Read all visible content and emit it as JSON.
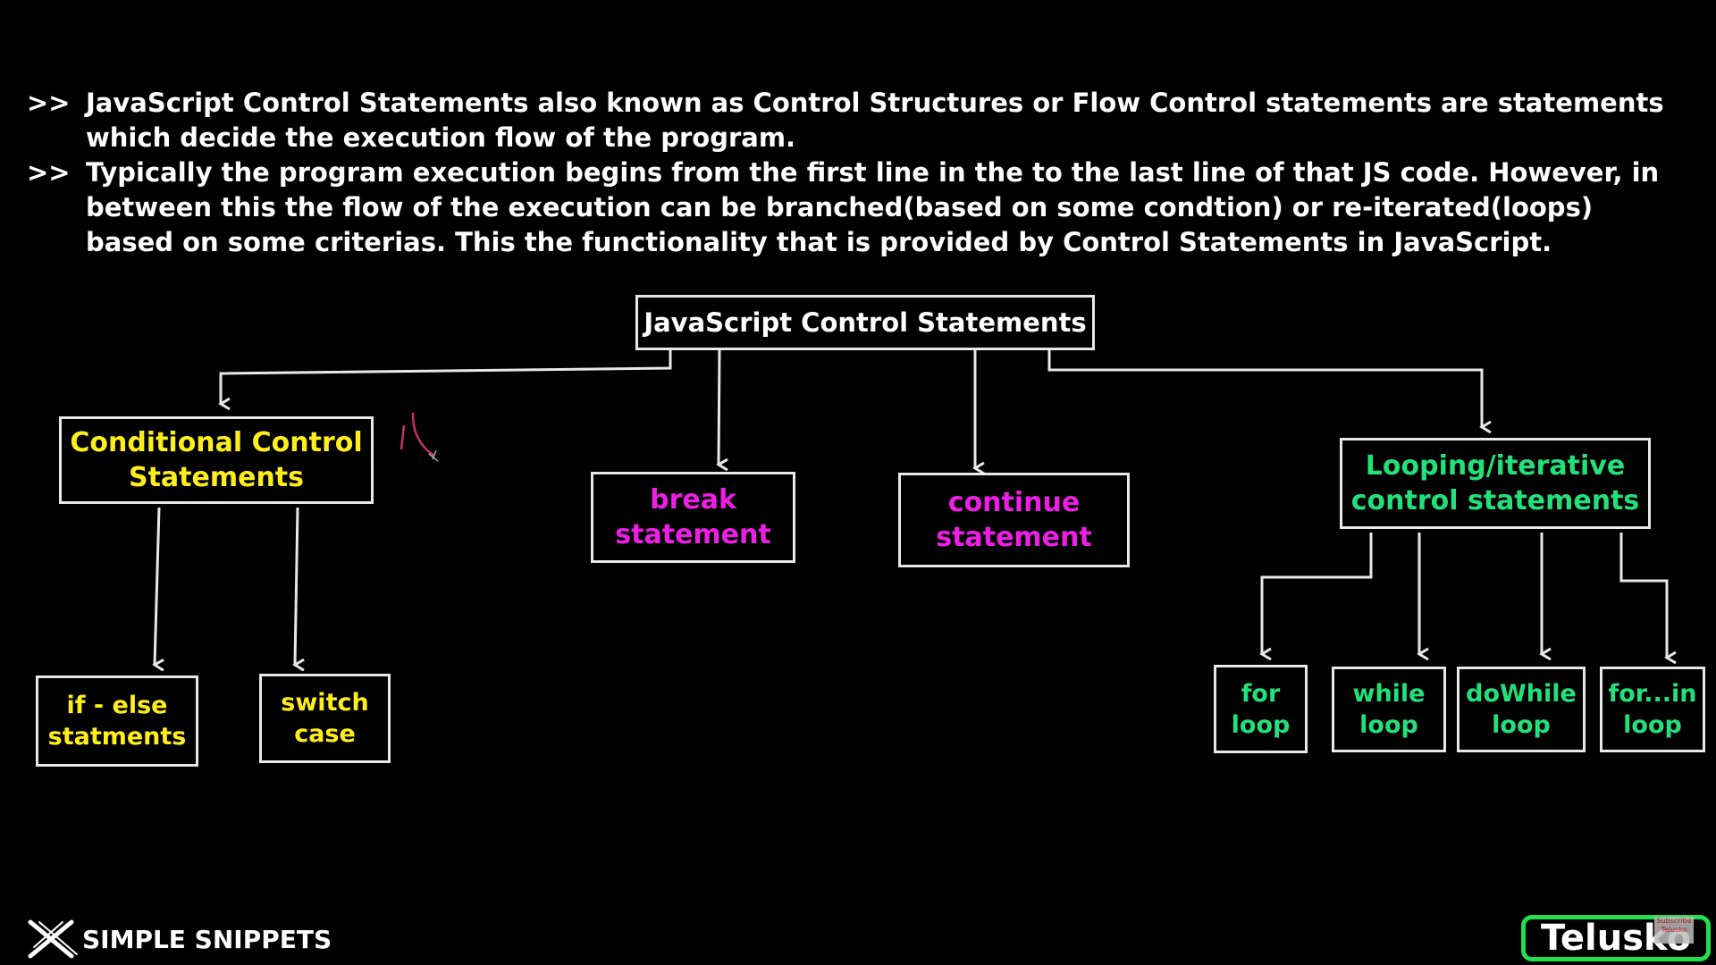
{
  "intro": [
    {
      "bullet": ">>",
      "text": "JavaScript  Control Statements also known as Control Structures or Flow Control statements are statements which decide the execution flow of the program."
    },
    {
      "bullet": ">>",
      "text": "Typically the program execution begins from the first line in the to the last line of that JS code. However, in between this the flow of the execution can be branched(based on some condtion) or re-iterated(loops) based on some criterias. This the functionality that is provided by Control Statements in JavaScript."
    }
  ],
  "diagram": {
    "root": "JavaScript Control Statements",
    "conditional": [
      "Conditional Control",
      "Statements"
    ],
    "break": [
      "break",
      "statement"
    ],
    "continue": [
      "continue",
      "statement"
    ],
    "looping": [
      "Looping/iterative",
      "control statements"
    ],
    "if_else": [
      "if - else",
      "statments"
    ],
    "switch": [
      "switch",
      "case"
    ],
    "for_loop": [
      "for",
      "loop"
    ],
    "while_loop": [
      "while",
      "loop"
    ],
    "dowhile_loop": [
      "doWhile",
      "loop"
    ],
    "forin_loop": [
      "for...in",
      "loop"
    ]
  },
  "brand": {
    "left": "SIMPLE SNIPPETS",
    "right": "Telusko",
    "watermark": [
      "Subscribe",
      "Telusko"
    ]
  },
  "colors": {
    "conditional": "#ffee1a",
    "jump": "#ee1ee6",
    "loop": "#22e07a",
    "accent_green": "#22e04a"
  },
  "icons": {
    "brand_left": "x-logo-icon",
    "scribble": "pen-scribble"
  }
}
